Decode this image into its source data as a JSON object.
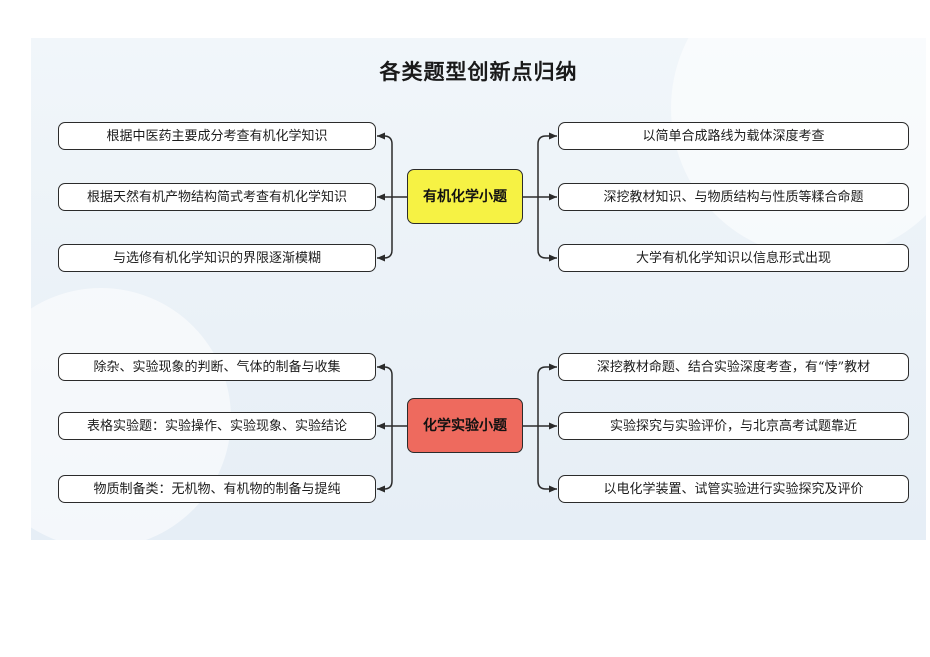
{
  "title": "各类题型创新点归纳",
  "colors": {
    "organic": "#f6f244",
    "experiment": "#ee6a5e",
    "border": "#2b2b2b"
  },
  "groups": [
    {
      "center": "有机化学小题",
      "left": [
        "根据中医药主要成分考查有机化学知识",
        "根据天然有机产物结构简式考查有机化学知识",
        "与选修有机化学知识的界限逐渐模糊"
      ],
      "right": [
        "以简单合成路线为载体深度考查",
        "深挖教材知识、与物质结构与性质等糅合命题",
        "大学有机化学知识以信息形式出现"
      ]
    },
    {
      "center": "化学实验小题",
      "left": [
        "除杂、实验现象的判断、气体的制备与收集",
        "表格实验题：实验操作、实验现象、实验结论",
        "物质制备类：无机物、有机物的制备与提纯"
      ],
      "right": [
        "深挖教材命题、结合实验深度考查，有“悖”教材",
        "实验探究与实验评价，与北京高考试题靠近",
        "以电化学装置、试管实验进行实验探究及评价"
      ]
    }
  ]
}
